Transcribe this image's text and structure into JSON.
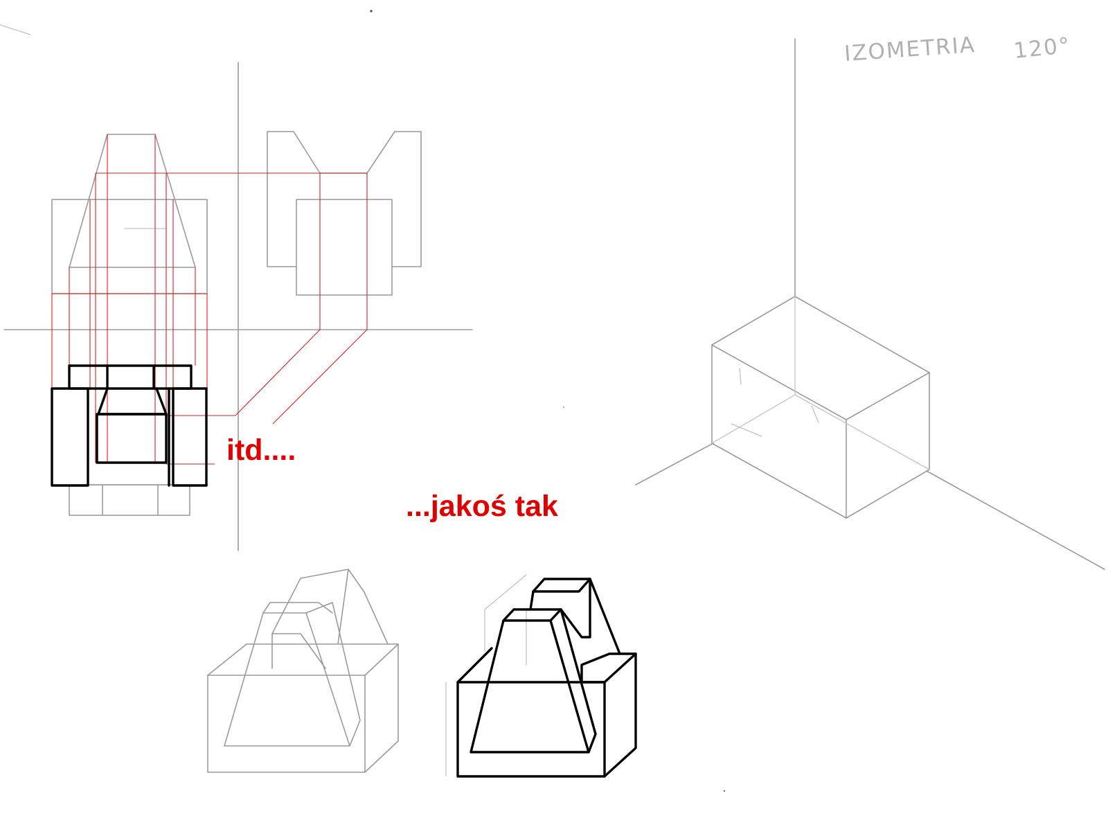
{
  "sheet": {
    "heading": "IZOMETRIA",
    "angle": "120°",
    "annotation_itd": "itd....",
    "annotation_jakos": "...jakoś tak"
  },
  "colors": {
    "paper": "#ffffff",
    "pencil": "#9a9a9a",
    "construction": "#dc1e1e",
    "ink": "#000000",
    "annotation": "#e00000"
  }
}
